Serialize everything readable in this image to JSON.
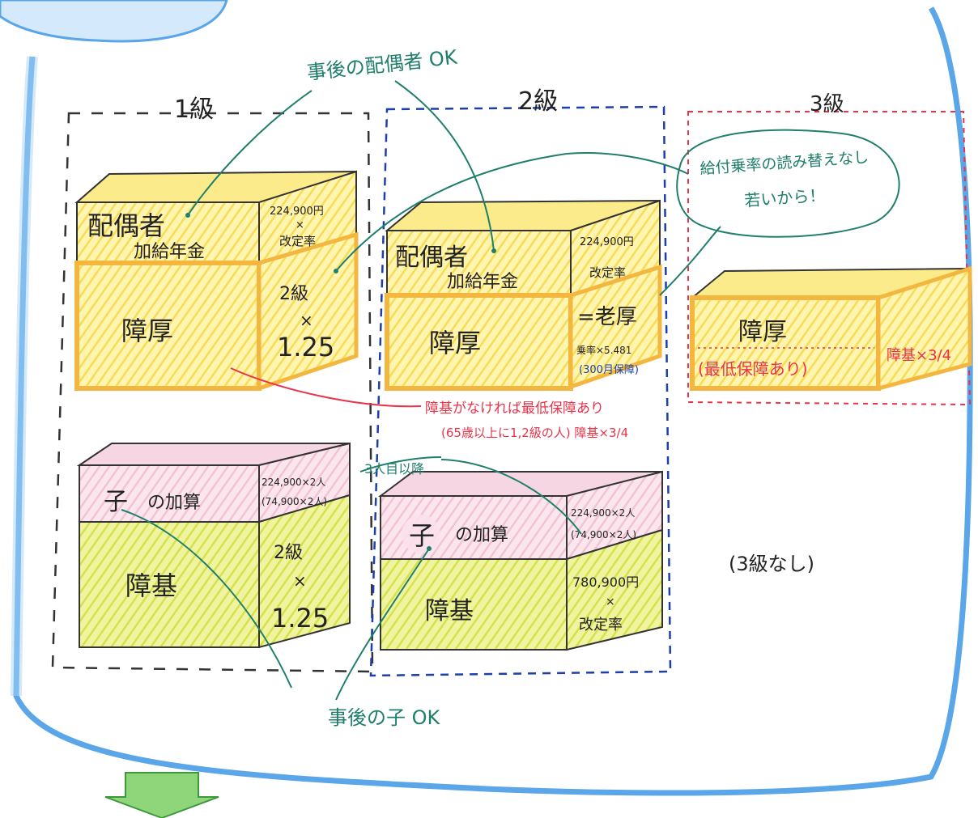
{
  "headers": {
    "grade1": "1級",
    "grade2": "2級",
    "grade3": "3級"
  },
  "callouts": {
    "top_green": "事後の配偶者 OK",
    "bottom_green": "事後の子 OK",
    "third_child": "3人目以降",
    "bubble_line1": "給付乗率の読み替えなし",
    "bubble_line2": "若いから！",
    "red_line1": "障基がなければ最低保障あり",
    "red_line2": "(65歳以上に1,2級の人) 障基×3/4"
  },
  "grade1": {
    "spouse_label": "配偶者",
    "spouse_sub": "加給年金",
    "spouse_side1": "224,900円",
    "spouse_side_x": "×",
    "spouse_side2": "改定率",
    "kosei_label": "障厚",
    "kosei_side1": "2級",
    "kosei_side_x": "×",
    "kosei_side2": "1.25",
    "child_label": "子",
    "child_sub": "の加算",
    "child_side1": "224,900×2人",
    "child_side2": "(74,900×2人)",
    "kiso_label": "障基",
    "kiso_side1": "2級",
    "kiso_side_x": "×",
    "kiso_side2": "1.25"
  },
  "grade2": {
    "spouse_label": "配偶者",
    "spouse_sub": "加給年金",
    "spouse_side1": "224,900円",
    "spouse_side2": "改定率",
    "kosei_label": "障厚",
    "kosei_side1": "=老厚",
    "kosei_side2": "乗率×5.481",
    "kosei_side3": "(300月保障)",
    "child_label": "子",
    "child_sub": "の加算",
    "child_side1": "224,900×2人",
    "child_side2": "(74,900×2人)",
    "kiso_label": "障基",
    "kiso_side1": "780,900円",
    "kiso_side_x": "×",
    "kiso_side2": "改定率"
  },
  "grade3": {
    "kosei_label": "障厚",
    "kosei_sub": "(最低保障あり)",
    "kosei_side": "障基×3/4",
    "none": "(3級なし)"
  },
  "colors": {
    "yellow": "#fbeb8a",
    "orange_edge": "#f3b740",
    "pink": "#f7d6e3",
    "lime": "#e3ec6c",
    "green_line": "#1f7f6c",
    "red_line": "#e8334a",
    "blue_dash": "#1d3fa8",
    "cloud_blue": "#5aa6e8"
  },
  "icons": {
    "arrow": "green-down-arrow"
  }
}
